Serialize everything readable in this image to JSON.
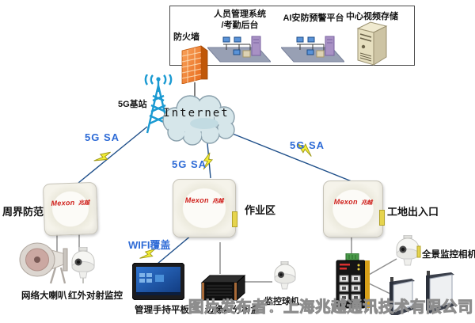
{
  "platform_box": {
    "firewall": "防火墙",
    "personnel_line1": "人员管理系统",
    "personnel_line2": "/考勤后台",
    "ai_platform": "AI安防预警平台",
    "video_storage": "中心视频存储"
  },
  "core": {
    "base_station": "5G基站",
    "internet": "Internet",
    "link_left": "5G SA",
    "link_middle": "5G SA",
    "link_right": "5G SA",
    "wifi": "WIFI覆盖"
  },
  "brand": {
    "en": "Mexon",
    "cn": "兆越"
  },
  "zones": {
    "perimeter": {
      "title": "周界防范",
      "speaker": "网络大喇叭",
      "ir_camera": "红外对射监控"
    },
    "work": {
      "title": "作业区",
      "tablet": "管理手持平板",
      "ai_box": "边缘AI分析盒",
      "camera": "监控球机"
    },
    "gate": {
      "title": "工地出入口",
      "pano_camera": "全景监控相机"
    }
  },
  "watermark": "图片发布者：上海兆越通讯技术有限公司",
  "colors": {
    "link_blue": "#2e6bd6",
    "brand_red": "#cf1f1a",
    "lightning_yellow": "#f3ee35",
    "cloud_fill": "#d6e6ea",
    "tower_blue": "#1b9ad2",
    "firewall_orange": "#ef8330"
  }
}
